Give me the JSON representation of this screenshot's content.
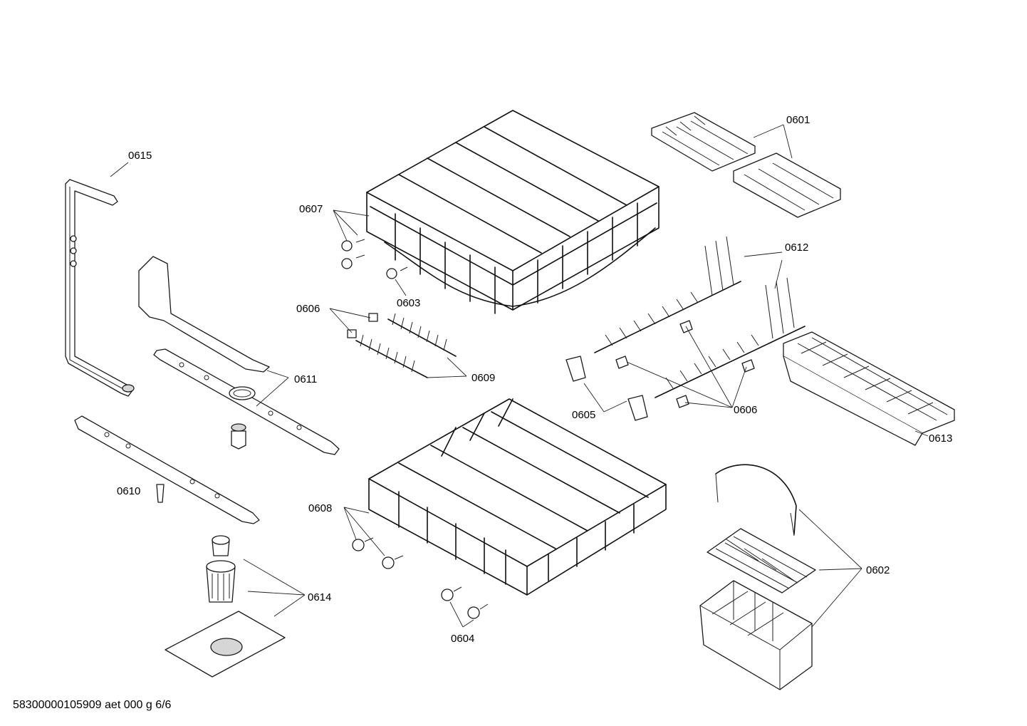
{
  "labels": {
    "p0601": "0601",
    "p0602": "0602",
    "p0603": "0603",
    "p0604": "0604",
    "p0605": "0605",
    "p0606a": "0606",
    "p0606b": "0606",
    "p0607": "0607",
    "p0608": "0608",
    "p0609": "0609",
    "p0610": "0610",
    "p0611": "0611",
    "p0612": "0612",
    "p0613": "0613",
    "p0614": "0614",
    "p0615": "0615"
  },
  "footer": "58300000105909 aet 000 g 6/6"
}
